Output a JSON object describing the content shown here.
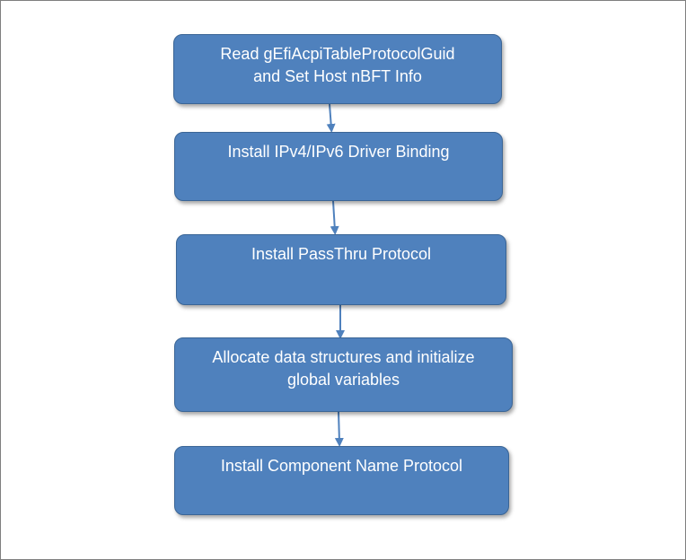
{
  "steps": [
    {
      "lines": [
        "Read gEfiAcpiTableProtocolGuid",
        "and Set Host nBFT Info"
      ]
    },
    {
      "lines": [
        "Install IPv4/IPv6  Driver Binding"
      ]
    },
    {
      "lines": [
        "Install PassThru Protocol"
      ]
    },
    {
      "lines": [
        "Allocate data structures and initialize",
        "global variables"
      ]
    },
    {
      "lines": [
        "Install Component Name Protocol"
      ]
    }
  ],
  "colors": {
    "box_fill": "#4f81bd",
    "box_border": "#3a6596",
    "arrow": "#4f81bd",
    "text": "#ffffff"
  }
}
